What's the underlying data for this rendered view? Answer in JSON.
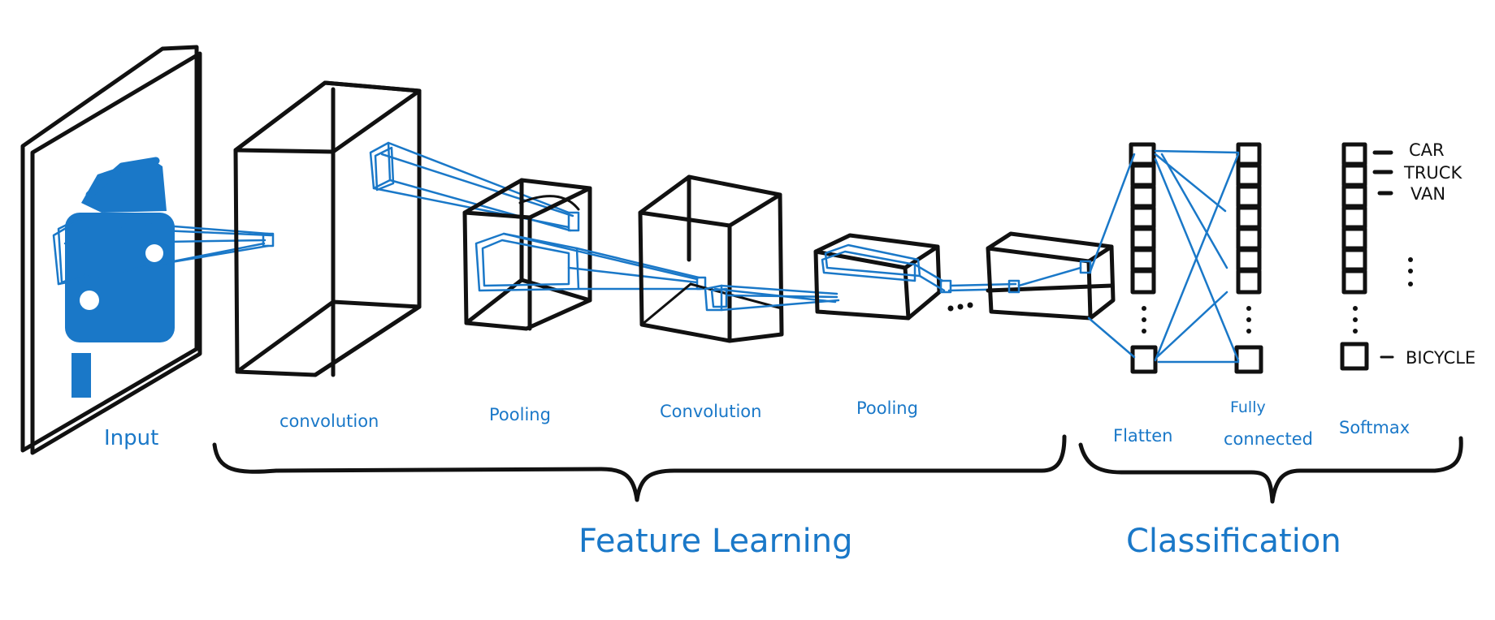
{
  "colors": {
    "ink": "#111111",
    "accent": "#1a78c8",
    "background": "#ffffff"
  },
  "stages": {
    "input": "Input",
    "conv1": "convolution",
    "pool1": "Pooling",
    "conv2": "Convolution",
    "pool2": "Pooling",
    "flatten": "Flatten",
    "fc_line1": "Fully",
    "fc_line2": "connected",
    "softmax": "Softmax"
  },
  "groups": {
    "feature": "Feature Learning",
    "classification": "Classification"
  },
  "outputs": [
    "CAR",
    "TRUCK",
    "VAN",
    "BICYCLE"
  ],
  "icons": {
    "input_image": "car-icon"
  }
}
